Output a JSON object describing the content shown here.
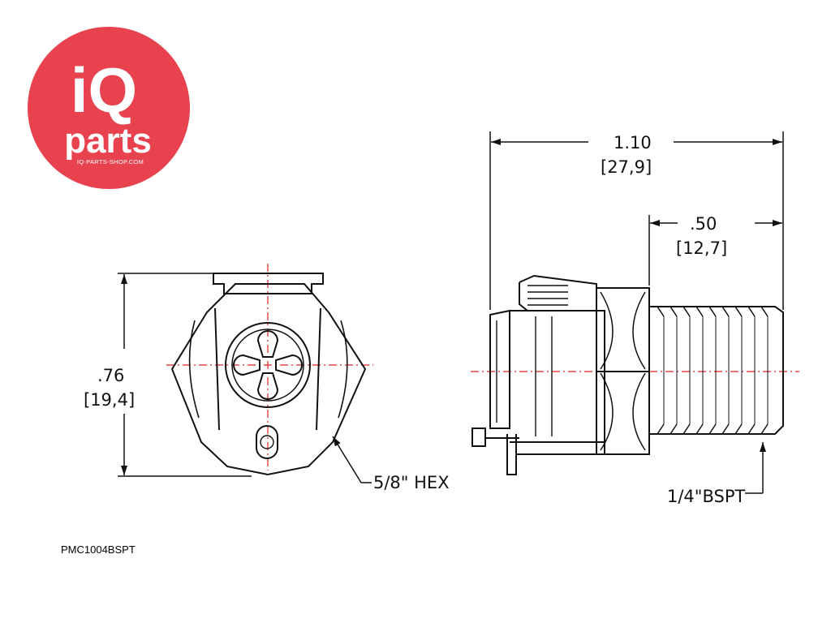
{
  "logo": {
    "line1": "iQ",
    "line2": "parts",
    "tagline": "IQ-PARTS-SHOP.COM",
    "color": "#e8424f"
  },
  "front_view": {
    "height_in": ".76",
    "height_mm": "[19,4]",
    "hex_label": "5/8\" HEX"
  },
  "side_view": {
    "length_in": "1.10",
    "length_mm": "[27,9]",
    "thread_in": ".50",
    "thread_mm": "[12,7]",
    "thread_label": "1/4\"BSPT"
  },
  "part_number": "PMC1004BSPT",
  "colors": {
    "line": "#111111",
    "centerline": "#e02020"
  }
}
